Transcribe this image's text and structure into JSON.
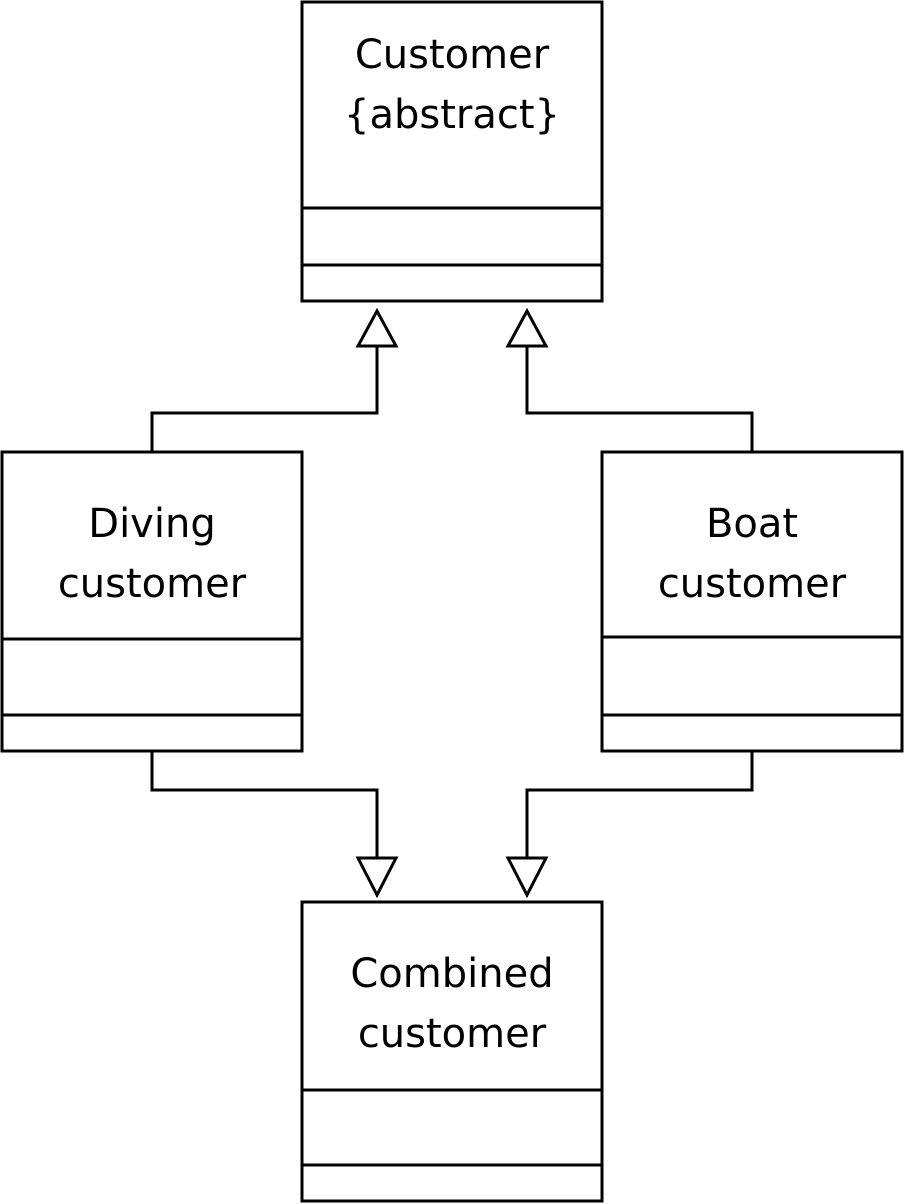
{
  "diagram": {
    "type": "uml-class-inheritance",
    "classes": {
      "customer": {
        "line1": "Customer",
        "line2": "{abstract}"
      },
      "diving": {
        "line1": "Diving",
        "line2": "customer"
      },
      "boat": {
        "line1": "Boat",
        "line2": "customer"
      },
      "combined": {
        "line1": "Combined",
        "line2": "customer"
      }
    },
    "relationships": [
      {
        "from": "diving",
        "to": "customer",
        "kind": "generalization"
      },
      {
        "from": "boat",
        "to": "customer",
        "kind": "generalization"
      },
      {
        "from": "diving",
        "to": "combined",
        "kind": "generalization"
      },
      {
        "from": "boat",
        "to": "combined",
        "kind": "generalization"
      }
    ],
    "colors": {
      "stroke": "#000000",
      "fill": "#ffffff"
    }
  }
}
